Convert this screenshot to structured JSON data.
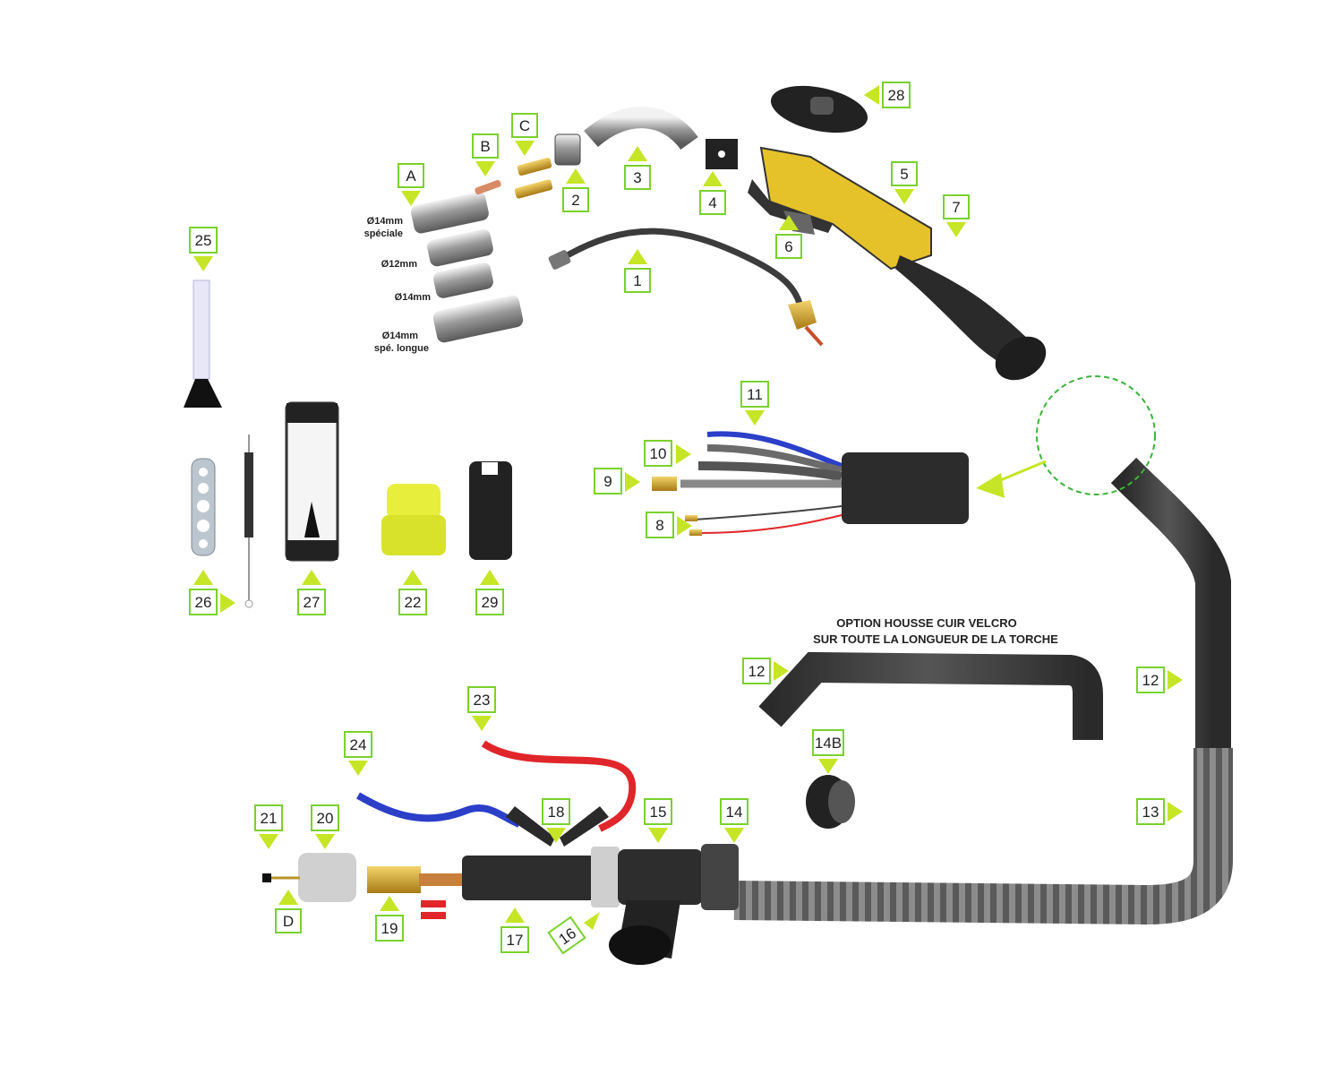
{
  "option_note": {
    "line1": "OPTION HOUSSE CUIR VELCRO",
    "line2": "SUR TOUTE LA LONGUEUR DE LA TORCHE"
  },
  "nozzle_sizes": {
    "special": "Ø14mm",
    "special_word": "spéciale",
    "d12": "Ø12mm",
    "d14": "Ø14mm",
    "long": "Ø14mm",
    "long_word": "spé. longue"
  },
  "labels": {
    "A": "A",
    "B": "B",
    "C": "C",
    "D": "D",
    "n1": "1",
    "n2": "2",
    "n3": "3",
    "n4": "4",
    "n5": "5",
    "n6": "6",
    "n7": "7",
    "n8": "8",
    "n9": "9",
    "n10": "10",
    "n11": "11",
    "n12a": "12",
    "n12b": "12",
    "n13": "13",
    "n14": "14",
    "n14b": "14B",
    "n15": "15",
    "n16": "16",
    "n17": "17",
    "n18": "18",
    "n19": "19",
    "n20": "20",
    "n21": "21",
    "n22": "22",
    "n23": "23",
    "n24": "24",
    "n25": "25",
    "n26": "26",
    "n27": "27",
    "n28": "28",
    "n29": "29"
  },
  "colors": {
    "accent_green": "#7ad12e",
    "arrow_yellow": "#c6e526",
    "handle_yellow": "#e6c22a",
    "hose_blue": "#2b3fc8",
    "hose_red": "#e0262b",
    "cable_dark": "#3a3a3a",
    "metal": "#9a9a9a"
  }
}
